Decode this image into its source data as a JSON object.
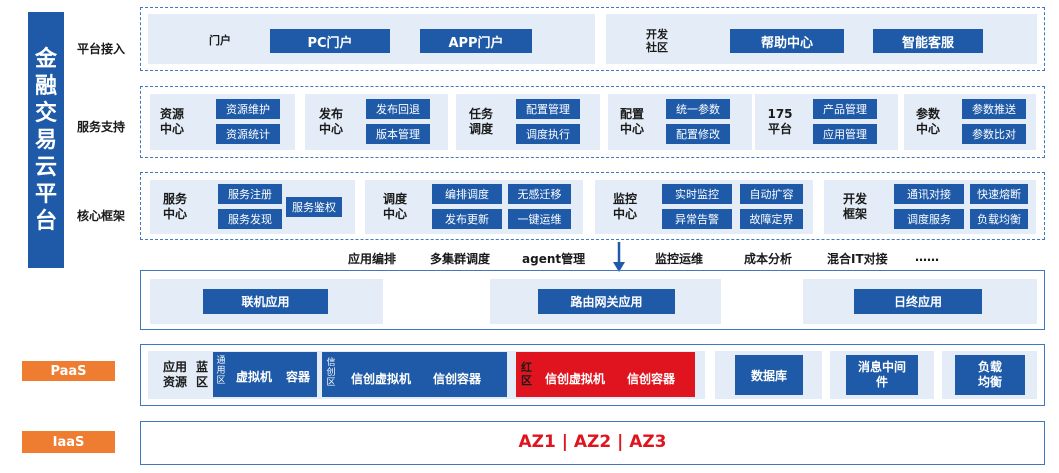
{
  "platform_title": "金融交易云平台",
  "rows": {
    "access": "平台接入",
    "support": "服务支持",
    "core": "核心框架"
  },
  "access": {
    "portal_label": "门户",
    "pc": "PC门户",
    "app": "APP门户",
    "community_label": "开发社区",
    "help": "帮助中心",
    "service": "智能客服"
  },
  "support": [
    {
      "label": "资源中心",
      "items": [
        "资源维护",
        "资源统计"
      ]
    },
    {
      "label": "发布中心",
      "items": [
        "发布回退",
        "版本管理"
      ]
    },
    {
      "label": "任务调度",
      "items": [
        "配置管理",
        "调度执行"
      ]
    },
    {
      "label": "配置中心",
      "items": [
        "统一参数",
        "配置修改"
      ]
    },
    {
      "label": "175平台",
      "items": [
        "产品管理",
        "应用管理"
      ]
    },
    {
      "label": "参数中心",
      "items": [
        "参数推送",
        "参数比对"
      ]
    }
  ],
  "core": [
    {
      "label": "服务中心",
      "items": [
        "服务注册",
        "服务发现",
        "服务鉴权"
      ]
    },
    {
      "label": "调度中心",
      "items": [
        "编排调度",
        "无感迁移",
        "发布更新",
        "一键运维"
      ]
    },
    {
      "label": "监控中心",
      "items": [
        "实时监控",
        "自动扩容",
        "异常告警",
        "故障定界"
      ]
    },
    {
      "label": "开发框架",
      "items": [
        "通讯对接",
        "快速熔断",
        "调度服务",
        "负载均衡"
      ]
    }
  ],
  "features": [
    "应用编排",
    "多集群调度",
    "agent管理",
    "监控运维",
    "成本分析",
    "混合IT对接",
    "……"
  ],
  "apps": [
    "联机应用",
    "路由网关应用",
    "日终应用"
  ],
  "paas": {
    "tag": "PaaS",
    "resource_label": "应用资源",
    "blue_zone": "蓝区",
    "general_zone": "通用区",
    "vm": "虚拟机",
    "container": "容器",
    "xc_zone": "信创区",
    "xc_vm": "信创虚拟机",
    "xc_container": "信创容器",
    "red_zone": "红区",
    "red_vm": "信创虚拟机",
    "red_container": "信创容器",
    "db": "数据库",
    "mq": "消息中间件",
    "lb": "负载均衡"
  },
  "iaas": {
    "tag": "IaaS",
    "zones": "AZ1 | AZ2 | AZ3"
  },
  "colors": {
    "primary": "#1e5aa8",
    "light": "#e4edf7",
    "orange": "#ef7d31",
    "red": "#e0141e"
  }
}
